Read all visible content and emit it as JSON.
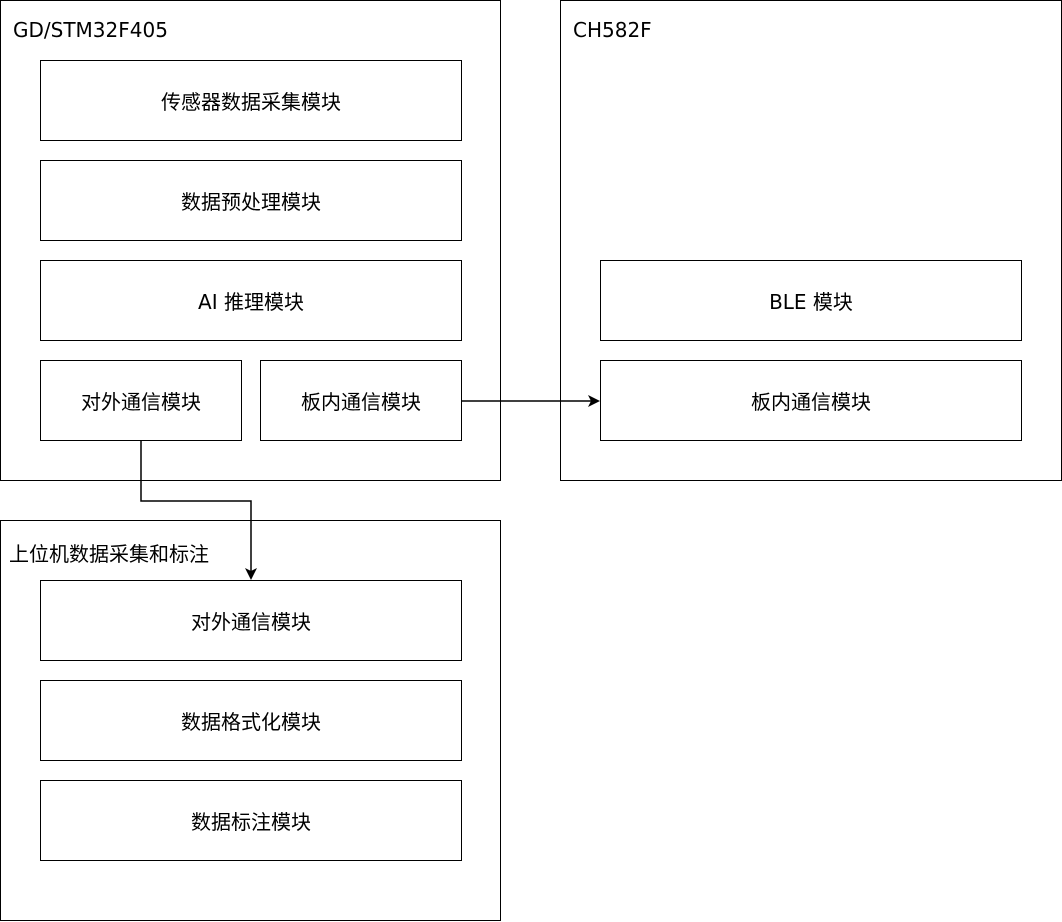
{
  "diagram": {
    "colors": {
      "stroke": "#000000",
      "fill": "#ffffff"
    },
    "containers": {
      "mcu": {
        "title": "GD/STM32F405",
        "modules": {
          "sensor": "传感器数据采集模块",
          "preprocess": "数据预处理模块",
          "ai": "AI 推理模块",
          "external_comm": "对外通信模块",
          "internal_comm": "板内通信模块"
        }
      },
      "ble_chip": {
        "title": "CH582F",
        "modules": {
          "ble": "BLE 模块",
          "internal_comm": "板内通信模块"
        }
      },
      "host": {
        "title": "上位机数据采集和标注",
        "modules": {
          "external_comm": "对外通信模块",
          "format": "数据格式化模块",
          "annotate": "数据标注模块"
        }
      }
    },
    "connections": [
      {
        "from": "mcu.internal_comm",
        "to": "ble_chip.internal_comm"
      },
      {
        "from": "mcu.external_comm",
        "to": "host.external_comm"
      }
    ]
  }
}
